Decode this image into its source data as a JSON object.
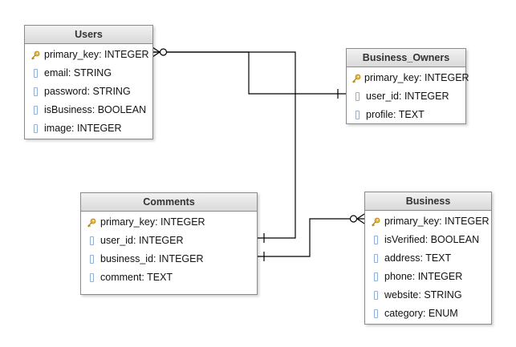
{
  "entities": {
    "users": {
      "title": "Users",
      "attributes": [
        {
          "text": "primary_key: INTEGER",
          "icon": "key-icon"
        },
        {
          "text": "email: STRING",
          "icon": "field-icon"
        },
        {
          "text": "password: STRING",
          "icon": "field-icon"
        },
        {
          "text": "isBusiness: BOOLEAN",
          "icon": "field-icon"
        },
        {
          "text": "image: INTEGER",
          "icon": "field-icon"
        }
      ]
    },
    "business_owners": {
      "title": "Business_Owners",
      "attributes": [
        {
          "text": "primary_key: INTEGER",
          "icon": "key-icon"
        },
        {
          "text": "user_id: INTEGER",
          "icon": "field-icon"
        },
        {
          "text": "profile: TEXT",
          "icon": "field-icon"
        }
      ]
    },
    "comments": {
      "title": "Comments",
      "attributes": [
        {
          "text": "primary_key: INTEGER",
          "icon": "key-icon"
        },
        {
          "text": "user_id: INTEGER",
          "icon": "field-icon"
        },
        {
          "text": "business_id: INTEGER",
          "icon": "field-icon"
        },
        {
          "text": "comment: TEXT",
          "icon": "field-icon"
        }
      ]
    },
    "business": {
      "title": "Business",
      "attributes": [
        {
          "text": "primary_key: INTEGER",
          "icon": "key-icon"
        },
        {
          "text": "isVerified: BOOLEAN",
          "icon": "field-icon"
        },
        {
          "text": "address: TEXT",
          "icon": "field-icon"
        },
        {
          "text": "phone: INTEGER",
          "icon": "field-icon"
        },
        {
          "text": "website: STRING",
          "icon": "field-icon"
        },
        {
          "text": "category: ENUM",
          "icon": "field-icon"
        }
      ]
    }
  },
  "relationships": [
    {
      "from": "users.primary_key",
      "to": "business_owners.user_id",
      "from_cardinality": "zero-or-many",
      "to_cardinality": "one"
    },
    {
      "from": "users.primary_key",
      "to": "comments.user_id",
      "from_cardinality": "zero-or-many",
      "to_cardinality": "one"
    },
    {
      "from": "business.primary_key",
      "to": "comments.business_id",
      "from_cardinality": "zero-or-many",
      "to_cardinality": "one"
    }
  ],
  "colors": {
    "border": "#8a8a8a",
    "header_top": "#f2f2f2",
    "header_bottom": "#d9d9d9",
    "key_icon": "#e8b830",
    "field_icon": "#8fb0d8",
    "line": "#000000"
  }
}
